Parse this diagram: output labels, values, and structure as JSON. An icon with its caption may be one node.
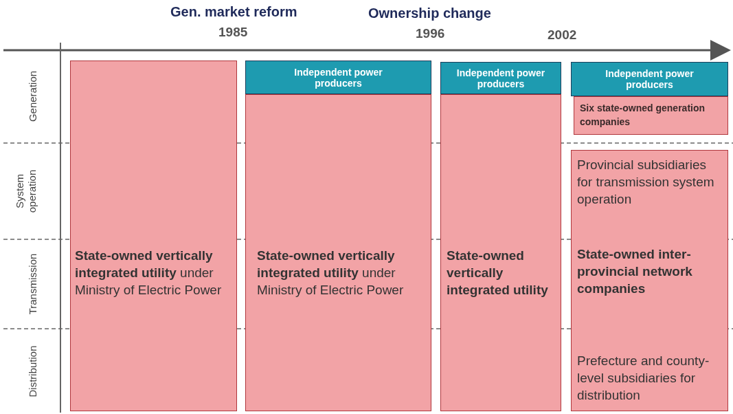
{
  "diagram": {
    "nodes": [
      {
        "text": [
          "**State-owned vertically integrated utility** under Ministry of Electric Power"
        ]
      },
      {
        "text": [
          "Independent power producers"
        ]
      },
      {
        "text": [
          "**State-owned vertically integrated utility** under Ministry of Electric Power"
        ]
      },
      {
        "text": [
          "Independent power producers"
        ]
      },
      {
        "text": [
          "**State-owned vertically integrated utility**"
        ]
      },
      {
        "text": [
          "Independent power producers"
        ]
      },
      {
        "text": [
          "Six state-owned generation companies"
        ]
      },
      {
        "text": [
          "Provincial subsidiaries for transmission system operation",
          "**State-owned inter-provincial network companies**",
          "Prefecture and county-level subsidiaries for distribution"
        ]
      }
    ],
    "edges": [],
    "labels": [
      "Gen. market reform",
      "Ownership change",
      "1985",
      "1996",
      "2002",
      "Generation",
      "System operation",
      "Transmission",
      "Distribution"
    ]
  }
}
